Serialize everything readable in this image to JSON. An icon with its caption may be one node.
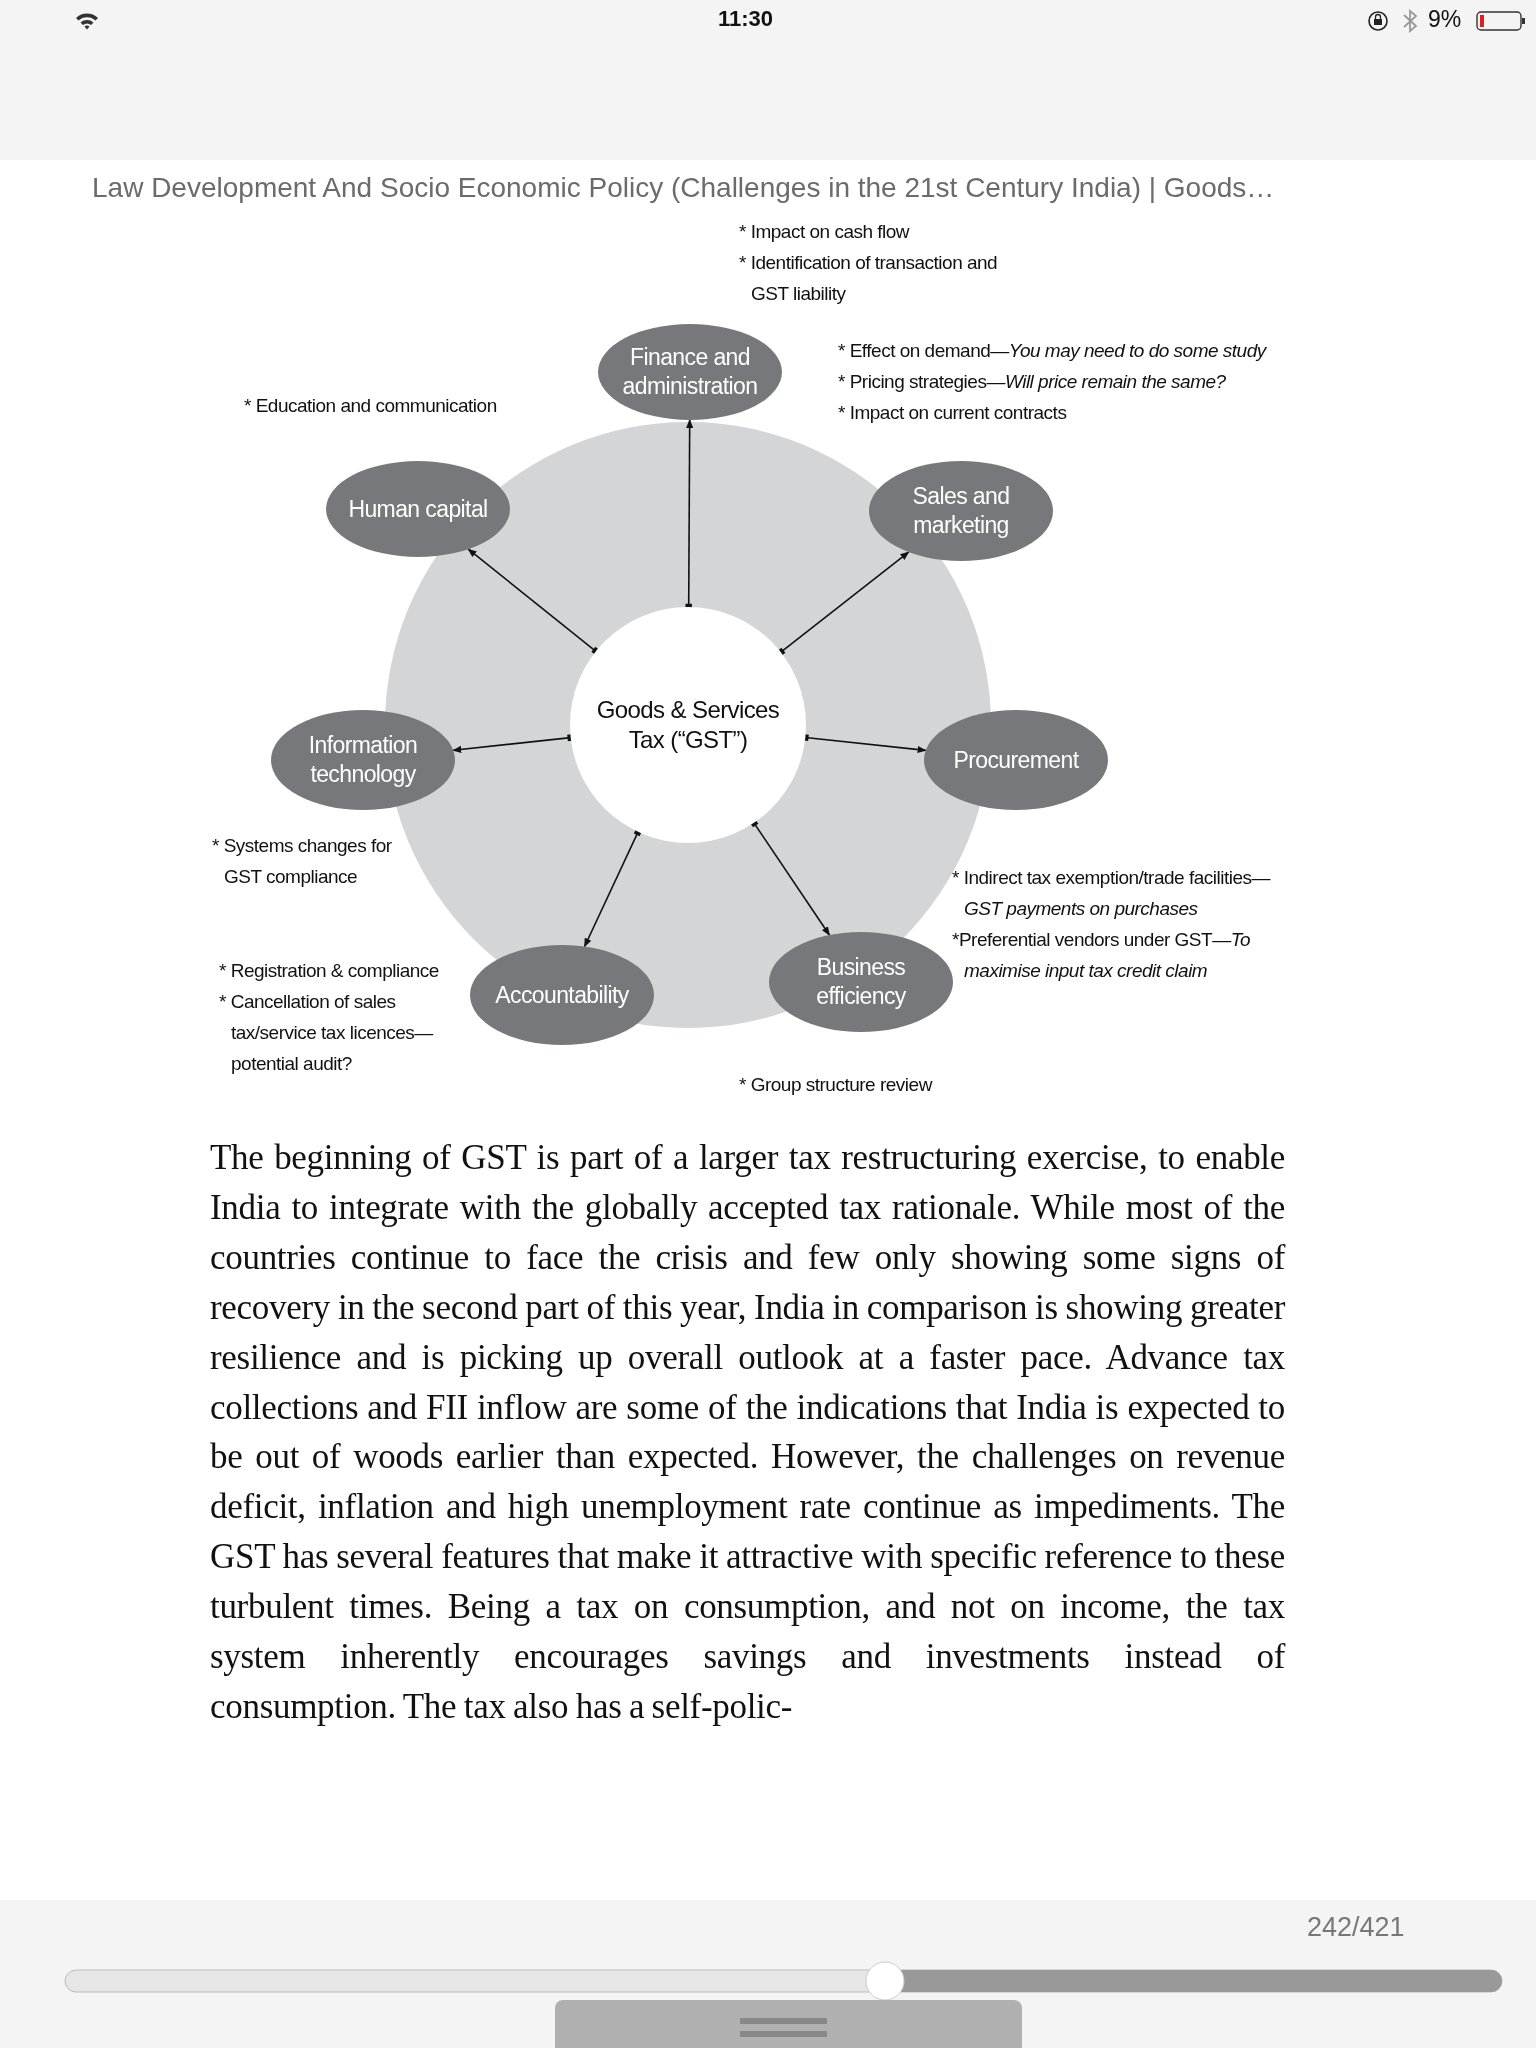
{
  "diagram": {
    "nodes": [
      {
        "text": [
          "Finance and administration"
        ],
        "beside": [
          "* Impact on cash flow",
          "* Identification of transaction and GST liability"
        ]
      },
      {
        "text": [
          "Human capital"
        ],
        "beside": [
          "* Education and communication"
        ]
      },
      {
        "text": [
          "Sales and marketing"
        ],
        "beside": [
          "* Effect on demand—*You may need to do some study*",
          "* Pricing strategies—*Will price remain the same?*",
          "* Impact on current contracts"
        ]
      },
      {
        "text": [
          "Goods & Services Tax (“GST”)"
        ]
      },
      {
        "text": [
          "Information technology"
        ],
        "beside": [
          "* Systems changes for GST compliance"
        ]
      },
      {
        "text": [
          "Procurement"
        ]
      },
      {
        "text": [
          "Accountability"
        ],
        "beside": [
          "* Registration & compliance",
          "* Cancellation of sales tax/service tax licences—potential audit?"
        ]
      },
      {
        "text": [
          "Business efficiency"
        ],
        "beside": [
          "* Group structure review"
        ]
      }
    ],
    "edges": [
      {
        "from": 3,
        "to": 0,
        "arrow": "to"
      },
      {
        "from": 3,
        "to": 1,
        "arrow": "to"
      },
      {
        "from": 3,
        "to": 2,
        "arrow": "to"
      },
      {
        "from": 3,
        "to": 4,
        "arrow": "to"
      },
      {
        "from": 3,
        "to": 5,
        "arrow": "to"
      },
      {
        "from": 3,
        "to": 6,
        "arrow": "to"
      },
      {
        "from": 3,
        "to": 7,
        "arrow": "to"
      }
    ],
    "labels": [
      "11:30",
      "9%",
      "Law Development And Socio Economic Policy (Challenges in the 21st Century India) | Goods…",
      "* Indirect tax exemption/trade facilities—*GST payments on purchases*",
      "*Preferential vendors under GST—*To maximise input tax credit claim*",
      "The beginning of GST is part of a larger tax restructuring exercise, to enable India to integrate with the globally accepted tax rationale. While most of the countries continue to face the crisis and few only showing some signs of recovery in the second part of this year, India in comparison is showing greater resilience and is picking up overall outlook at a faster pace. Advance tax collections and FII inflow are some of the indications that India is expected to be out of woods earlier than expected. However, the challenges on revenue deficit, inflation and high unemployment rate continue as impediments. The GST has several features that make it attractive with specific reference to these turbulent times. Being a tax on consumption, and not on income, the tax system inherently encourages savings and investments instead of consumption. The tax also has a self-polic-",
      "242/421"
    ]
  }
}
